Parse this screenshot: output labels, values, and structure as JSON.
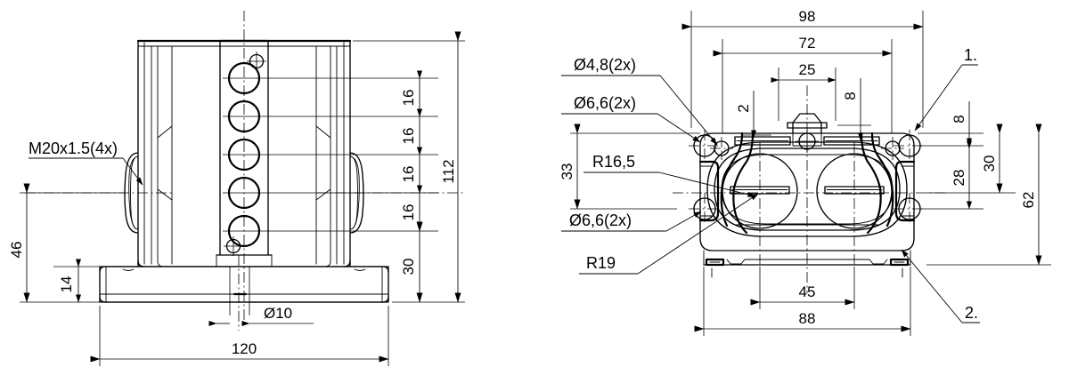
{
  "drawing": {
    "title": "Mechanical Part Orthographic Drawing",
    "sheet_width": 1200,
    "sheet_height": 431,
    "background_color": "#ffffff",
    "line_color": "#000000"
  },
  "views": {
    "left": {
      "name": "front-elevation-view",
      "dimensions": {
        "overall_height": "112",
        "base_width": "120",
        "height_to_axis": "46",
        "base_thickness": "14",
        "lower_segment": "30",
        "pitch_1": "16",
        "pitch_2": "16",
        "pitch_3": "16",
        "pitch_4": "16",
        "pin_hole": "Ø10"
      },
      "notes": {
        "thread": "M20x1.5(4x)"
      }
    },
    "right": {
      "name": "top-plan-view",
      "dimensions": {
        "overall_width": "98",
        "bolt_span": "72",
        "center_width": "25",
        "rib_thickness": "2",
        "flange_thickness_top": "8",
        "flange_offset": "8",
        "bore_pitch": "45",
        "body_width": "88",
        "left_height": "33",
        "right_28": "28",
        "right_30": "30",
        "right_62": "62"
      },
      "notes": {
        "hole_48": "Ø4,8(2x)",
        "hole_66_top": "Ø6,6(2x)",
        "radius_165": "R16,5",
        "hole_66_bottom": "Ø6,6(2x)",
        "radius_19": "R19",
        "item_1": "1.",
        "item_2": "2."
      }
    }
  }
}
